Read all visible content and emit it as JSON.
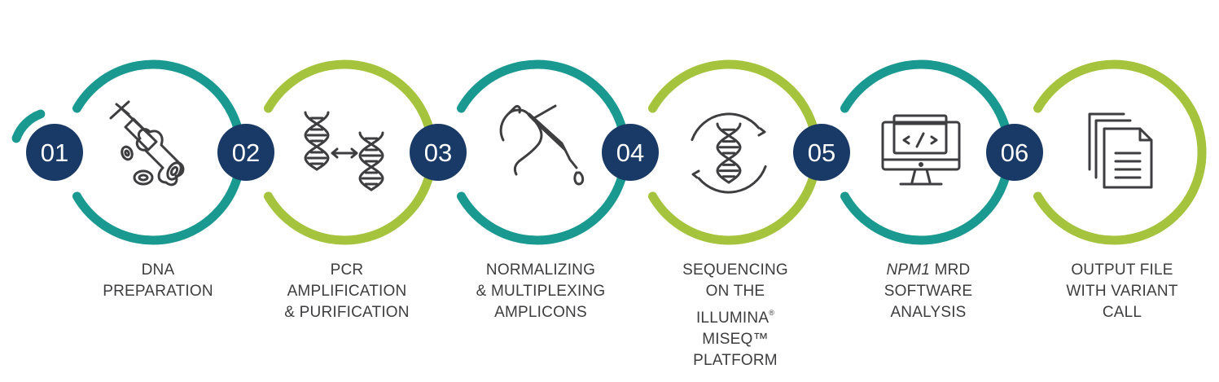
{
  "colors": {
    "teal": "#1a9990",
    "green": "#a5c33c",
    "navy": "#193a66",
    "icon": "#3e3e40",
    "text": "#3d3d3f"
  },
  "steps": [
    {
      "number": "01",
      "ring_color": "teal",
      "icon": "blood-sample-icon",
      "label_lines": [
        "DNA",
        "PREPARATION"
      ]
    },
    {
      "number": "02",
      "ring_color": "green",
      "icon": "dna-amplification-icon",
      "label_lines": [
        "PCR",
        "AMPLIFICATION",
        "& PURIFICATION"
      ]
    },
    {
      "number": "03",
      "ring_color": "teal",
      "icon": "pipette-hand-icon",
      "label_lines": [
        "NORMALIZING",
        "& MULTIPLEXING",
        "AMPLICONS"
      ]
    },
    {
      "number": "04",
      "ring_color": "green",
      "icon": "dna-cycle-icon",
      "label_lines": [
        "SEQUENCING",
        "ON THE",
        "ILLUMINA",
        "MISEQ™",
        "PLATFORM"
      ],
      "label_sup": "®"
    },
    {
      "number": "05",
      "ring_color": "teal",
      "icon": "computer-code-icon",
      "label_em": "NPM1",
      "label_lines": [
        " MRD",
        "SOFTWARE",
        "ANALYSIS"
      ]
    },
    {
      "number": "06",
      "ring_color": "green",
      "icon": "documents-icon",
      "label_lines": [
        "OUTPUT FILE",
        "WITH VARIANT",
        "CALL"
      ]
    }
  ]
}
